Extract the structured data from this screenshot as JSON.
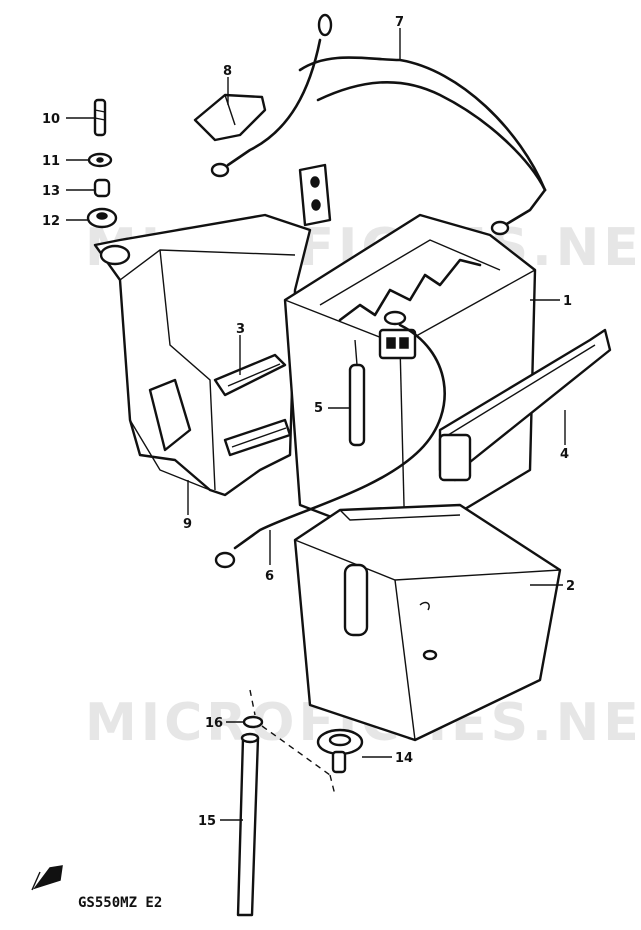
{
  "watermarks": [
    "MICROFICHES.NET",
    "MICROFICHES.NET"
  ],
  "footer": {
    "model_code": "GS550MZ E2"
  },
  "callouts": [
    {
      "id": "c1",
      "label": "1"
    },
    {
      "id": "c2",
      "label": "2"
    },
    {
      "id": "c3",
      "label": "3"
    },
    {
      "id": "c4",
      "label": "4"
    },
    {
      "id": "c5",
      "label": "5"
    },
    {
      "id": "c6",
      "label": "6"
    },
    {
      "id": "c7",
      "label": "7"
    },
    {
      "id": "c8",
      "label": "8"
    },
    {
      "id": "c9",
      "label": "9"
    },
    {
      "id": "c10",
      "label": "10"
    },
    {
      "id": "c11",
      "label": "11"
    },
    {
      "id": "c12",
      "label": "12"
    },
    {
      "id": "c13",
      "label": "13"
    },
    {
      "id": "c14",
      "label": "14"
    },
    {
      "id": "c15",
      "label": "15"
    },
    {
      "id": "c16",
      "label": "16"
    }
  ],
  "colors": {
    "ink": "#111111",
    "paper": "#ffffff",
    "watermark": "#e6e6e6"
  }
}
